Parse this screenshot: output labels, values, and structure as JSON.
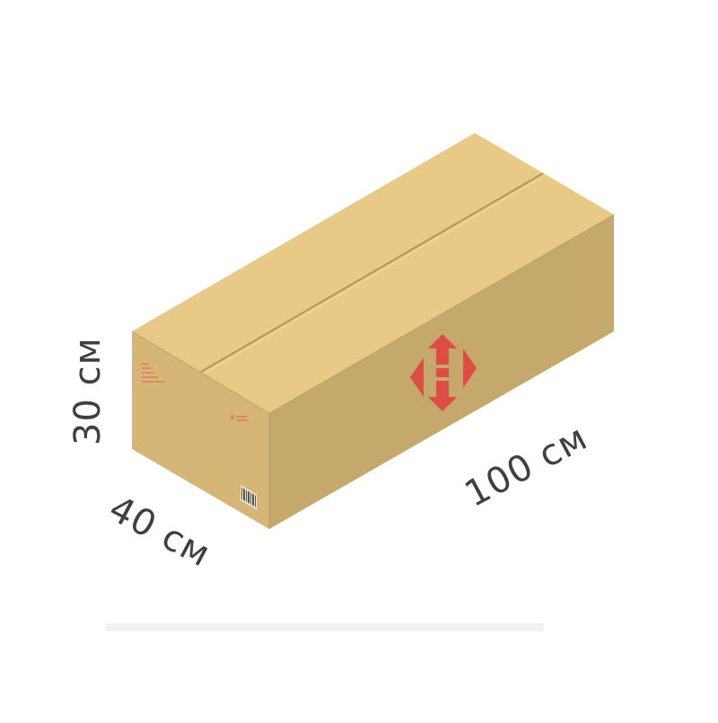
{
  "dimensions": {
    "height": "30 см",
    "depth": "40 см",
    "length": "100 см"
  },
  "colors": {
    "top": "#e8c985",
    "front": "#c4a86c",
    "side": "#d5b677",
    "edge": "#b2945a",
    "logo": "#de4d44",
    "label_text": "#3f3f3f"
  },
  "icons": {
    "logo": "nova-poshta-logo-icon",
    "barcode": "barcode-icon"
  }
}
